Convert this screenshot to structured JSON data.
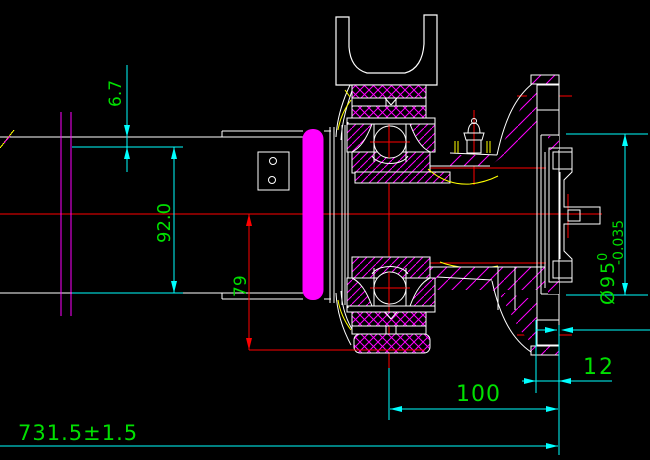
{
  "drawing": {
    "type": "cad-axle-hub-section",
    "background": "#000000",
    "palette": {
      "outline": "#FFFFFF",
      "hatch": "#FF00FF",
      "highlight": "#FF00FF",
      "centerline": "#FF0000",
      "dimension_line": "#00FFFF",
      "dimension_text": "#00E000",
      "seal_accent": "#FFFF00"
    },
    "dimensions": {
      "offset_6_7": {
        "text": "6.7"
      },
      "diameter_92": {
        "text": "92.0"
      },
      "radius_79": {
        "text": "79"
      },
      "diameter_95": {
        "text": "Ø95",
        "tol_upper": "0",
        "tol_lower": "-0.035"
      },
      "flange_12": {
        "text": "12"
      },
      "length_100": {
        "text": "100"
      },
      "overall_731_5": {
        "text": "731.5±1.5"
      }
    }
  }
}
